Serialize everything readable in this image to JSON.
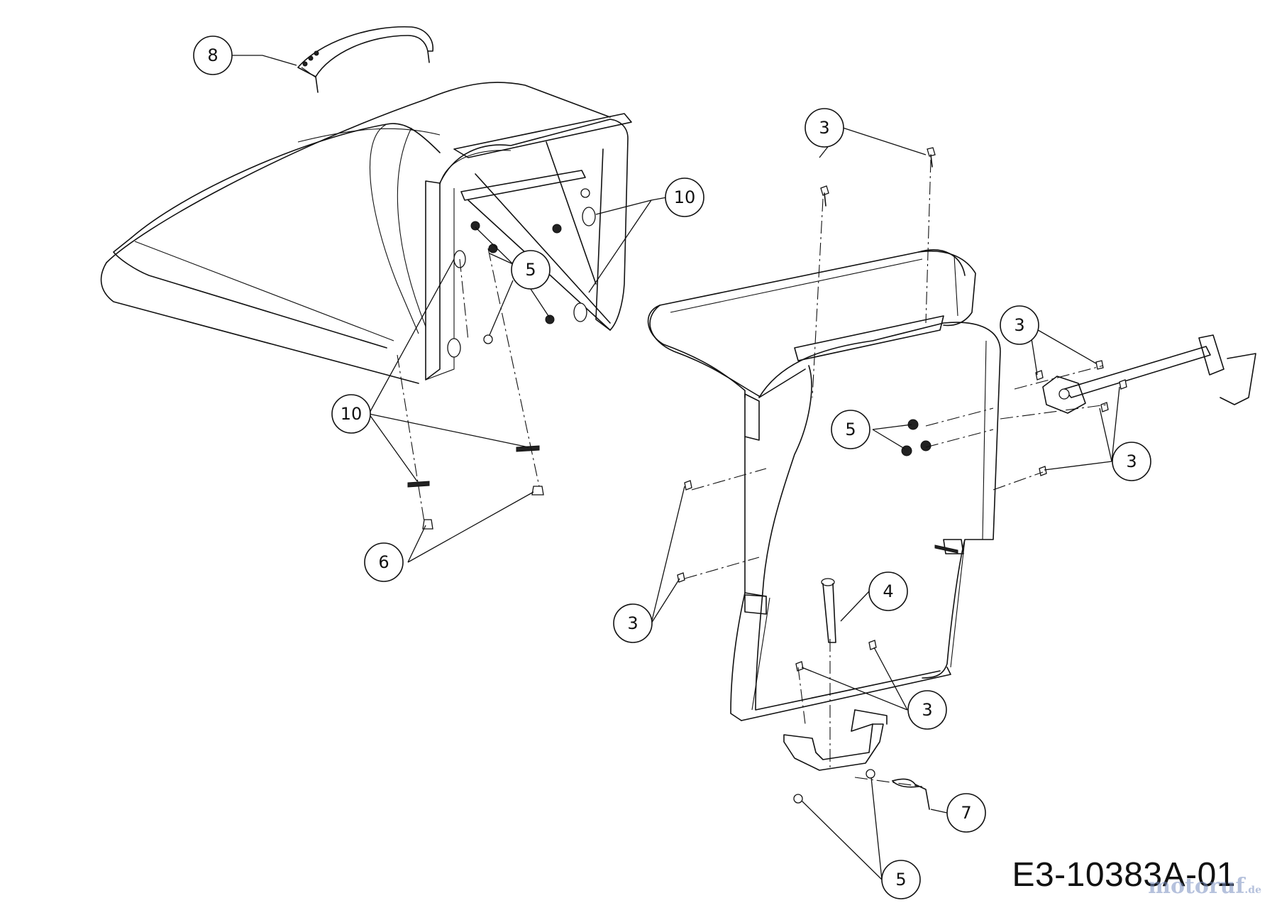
{
  "drawing_code": "E3-10383A-01",
  "watermark": {
    "text": "motoruf",
    "tld": ".de"
  },
  "callouts": [
    {
      "id": "c8",
      "label": "8"
    },
    {
      "id": "c3a",
      "label": "3"
    },
    {
      "id": "c10a",
      "label": "10"
    },
    {
      "id": "c5a",
      "label": "5"
    },
    {
      "id": "c10b",
      "label": "10"
    },
    {
      "id": "c6",
      "label": "6"
    },
    {
      "id": "c3b",
      "label": "3"
    },
    {
      "id": "c5b",
      "label": "5"
    },
    {
      "id": "c3c",
      "label": "3"
    },
    {
      "id": "c4",
      "label": "4"
    },
    {
      "id": "c3d",
      "label": "3"
    },
    {
      "id": "c3e",
      "label": "3"
    },
    {
      "id": "c7",
      "label": "7"
    },
    {
      "id": "c5c",
      "label": "5"
    }
  ]
}
